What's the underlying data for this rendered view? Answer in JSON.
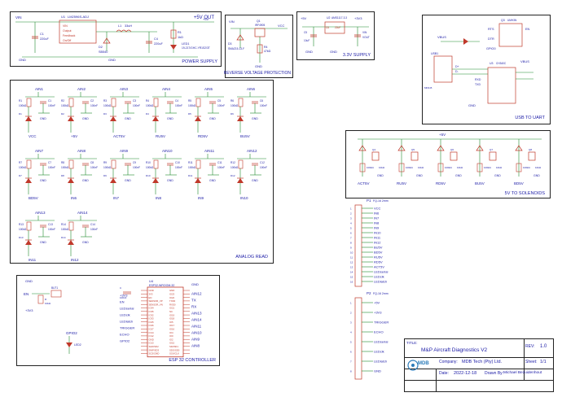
{
  "sheet": {
    "blocks": {
      "power_supply": {
        "title": "POWER SUPPLY",
        "labels": [
          "+5V OUT",
          "VIN",
          "GND",
          "C1",
          "220uF",
          "U1",
          "LM2596S-ADJ",
          "D2",
          "SB540",
          "L1",
          "33uH",
          "C4",
          "220uF",
          "LED1",
          "19-217/GHC-YR1S2/3T",
          "R1",
          "1kΩ",
          "+5V",
          "GND"
        ]
      },
      "reverse_voltage": {
        "title": "REVERSE VOLTAGE PROTECTION",
        "labels": [
          "VIN",
          "VCC",
          "D3",
          "SMAZ15-13-F",
          "Q1",
          "IRF4905",
          "R4",
          "47kΩ",
          "GND"
        ]
      },
      "supply_3v3": {
        "title": "3.3V SUPPLY",
        "labels": [
          "+5V",
          "+3V3",
          "U2",
          "AMS1117-3.3",
          "C5",
          "10uF",
          "C6",
          "22uF",
          "VIN",
          "VOUT",
          "GND",
          "GND"
        ]
      },
      "usb_uart": {
        "title": "USB TO UART",
        "labels": [
          "VBUS",
          "VBUS",
          "U3",
          "CH340C",
          "Q3",
          "UMH3N",
          "USB1",
          "MINI-B",
          "RTS",
          "DTR",
          "EN",
          "GPIO0",
          "RXD",
          "TXD",
          "D+",
          "D-",
          "GND"
        ]
      },
      "analog_read": {
        "title": "ANALOG READ",
        "channels": [
          {
            "name": "AIN1",
            "net": "VCC"
          },
          {
            "name": "AIN2",
            "net": "+5V"
          },
          {
            "name": "AIN3",
            "net": "ACT5V"
          },
          {
            "name": "AIN4",
            "net": "RU5V"
          },
          {
            "name": "AIN5",
            "net": "RD5V"
          },
          {
            "name": "AIN6",
            "net": "BU5V"
          },
          {
            "name": "AIN7",
            "net": "BD5V"
          },
          {
            "name": "AIN8",
            "net": "IN6"
          },
          {
            "name": "AIN9",
            "net": "IN7"
          },
          {
            "name": "AIN10",
            "net": "IN8"
          },
          {
            "name": "AIN11",
            "net": "IN9"
          },
          {
            "name": "AIN12",
            "net": "IN10"
          },
          {
            "name": "AIN13",
            "net": "IN11"
          },
          {
            "name": "AIN14",
            "net": "IN12"
          }
        ],
        "part_labels": [
          "R",
          "100kΩ",
          "C",
          "100nF",
          "D",
          "GND"
        ]
      },
      "solenoids": {
        "title": "5V TO SOLENOIDS",
        "channels": [
          "ACT5V",
          "RU5V",
          "RD5V",
          "BU5V",
          "BD5V"
        ],
        "labels": [
          "+5V",
          "GND",
          "Q",
          "100kΩ",
          "10kΩ"
        ]
      },
      "esp32": {
        "title": "ESP 32 CONTROLLER",
        "labels": [
          "U4",
          "ESP32-WROOM-32",
          "EN",
          "GPIO2",
          "LED2",
          "BUT1",
          "+3V3",
          "GND",
          "TX",
          "RX",
          "R",
          "10kΩ",
          "C",
          "100nF"
        ],
        "left_pins": [
          "GND",
          "3V3",
          "EN",
          "SENSOR_VP",
          "SENSOR_VN",
          "IO34",
          "IO35",
          "IO32",
          "IO33",
          "IO25",
          "IO26",
          "IO27",
          "IO14",
          "IO12",
          "GND",
          "IO13",
          "SHD/SD2",
          "SWP/SD3",
          "SCS/CMD"
        ],
        "right_pins": [
          "GND",
          "IO23",
          "IO22",
          "TXD0",
          "RXD0",
          "IO21",
          "NC",
          "IO19",
          "IO18",
          "IO5",
          "IO17",
          "IO16",
          "IO4",
          "IO0",
          "IO2",
          "IO15",
          "SDI/SD1",
          "SDO/SD0",
          "SCK/CLK"
        ],
        "left_nets": [
          "+3V3",
          "EN",
          "LEDserial",
          "LEDclk",
          "LEDlatch",
          "TRIGGER",
          "ECHO",
          "GPIO2"
        ],
        "right_nets": [
          "AIN12",
          "TX",
          "RX",
          "AIN13",
          "AIN14",
          "AIN11",
          "AIN10",
          "AIN9",
          "AIN8"
        ]
      },
      "connectors": {
        "p1_title": "P1",
        "p1_part": "FQ-16 2mm",
        "p1_nets": [
          "VCC",
          "IN6",
          "IN7",
          "IN8",
          "IN9",
          "IN10",
          "IN11",
          "IN12",
          "BU5V",
          "BD5V",
          "RU5V",
          "RD5V",
          "ACT5V",
          "LEDserial",
          "LEDclk",
          "LEDlatch"
        ],
        "p2_title": "P2",
        "p2_part": "FQ-16 2mm",
        "p2_nets": [
          "+5V",
          "+3V3",
          "TRIGGER",
          "ECHO",
          "LEDserial",
          "LEDclk",
          "LEDlatch",
          "GND"
        ]
      }
    },
    "title_block": {
      "title_label": "TITLE:",
      "title": "M&P Aircraft Diagnostics V2",
      "rev_label": "REV:",
      "rev": "1.0",
      "company_label": "Company:",
      "company": "MDB Tech (Pty) Ltd.",
      "sheet_label": "Sheet:",
      "sheet": "1/1",
      "date_label": "Date:",
      "date": "2022-12-18",
      "drawn_label": "Drawn By:",
      "drawn_by": "Michael Bezuidenhout",
      "logo_text": "MDB"
    },
    "colors": {
      "wire": "#1f8a2e",
      "component": "#c0392b",
      "text": "#1a1aa6",
      "border": "#222222",
      "led": "#c0392b"
    }
  }
}
